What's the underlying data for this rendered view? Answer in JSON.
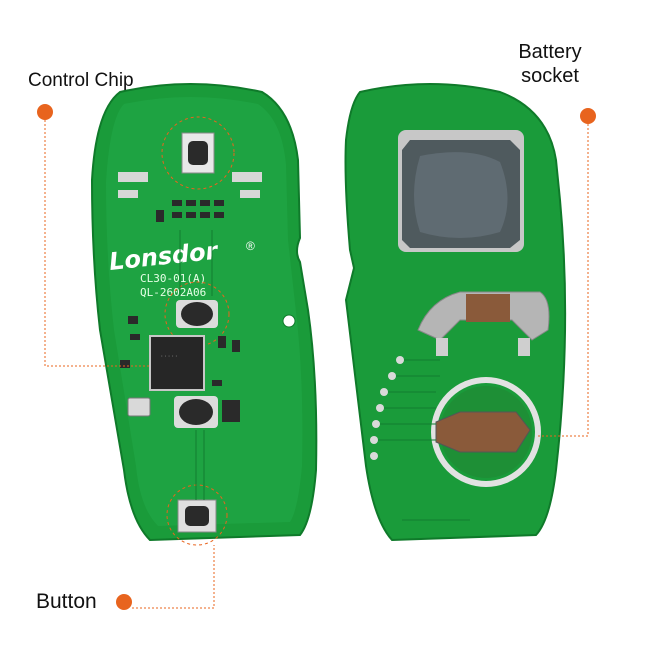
{
  "callouts": {
    "control_chip": "Control Chip",
    "battery_socket_line1": "Battery",
    "battery_socket_line2": "socket",
    "button": "Button"
  },
  "board": {
    "logo": "Lonsdor",
    "model": "CL30-01(A)",
    "part": "QL-2602A06"
  },
  "colors": {
    "pcb_green": "#1a9b3a",
    "callout_orange": "#e8641e"
  }
}
